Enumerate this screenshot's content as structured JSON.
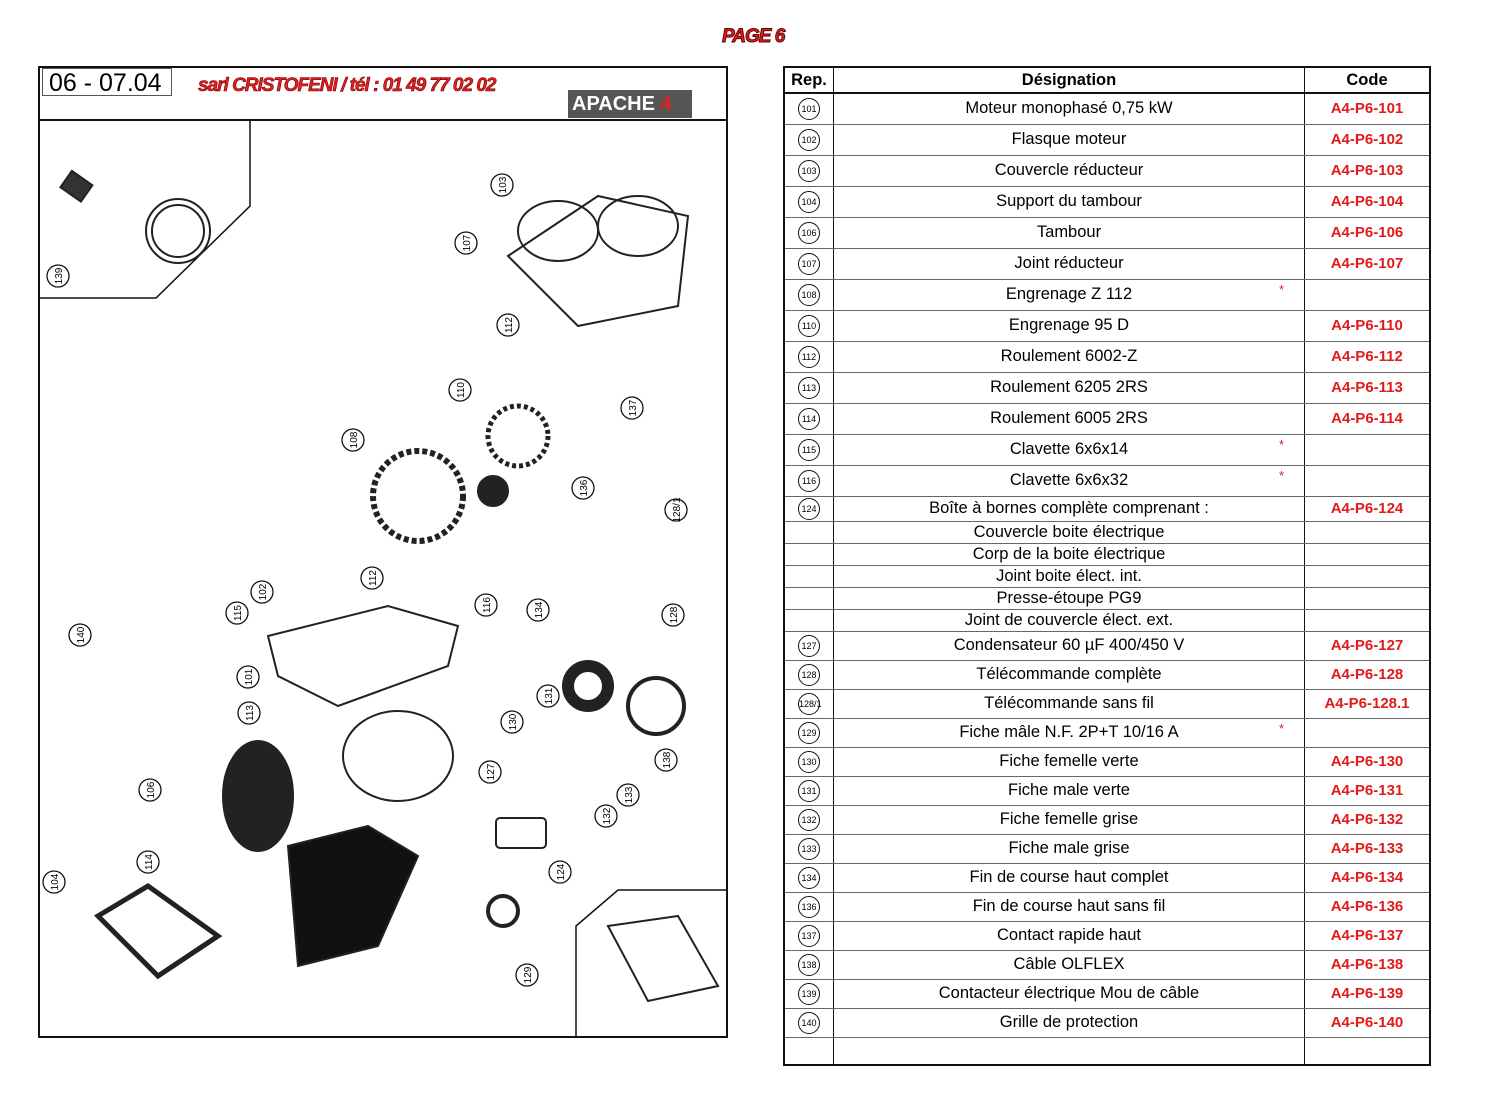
{
  "page_label": "PAGE 6",
  "ref": "06 - 07.04",
  "company": "sarl CRISTOFENI / tél : 01 49 77 02 02",
  "logo": {
    "text": "APACHE",
    "num": "4"
  },
  "callouts": [
    "139",
    "103",
    "107",
    "112",
    "110",
    "137",
    "108",
    "136",
    "128/1",
    "112",
    "102",
    "115",
    "116",
    "134",
    "128",
    "140",
    "101",
    "131",
    "113",
    "130",
    "127",
    "138",
    "106",
    "133",
    "132",
    "114",
    "124",
    "104",
    "129"
  ],
  "table": {
    "headers": {
      "rep": "Rep.",
      "designation": "Désignation",
      "code": "Code"
    },
    "rows": [
      {
        "rep": "101",
        "designation": "Moteur monophasé 0,75 kW",
        "code": "A4-P6-101",
        "star": ""
      },
      {
        "rep": "102",
        "designation": "Flasque moteur",
        "code": "A4-P6-102",
        "star": ""
      },
      {
        "rep": "103",
        "designation": "Couvercle réducteur",
        "code": "A4-P6-103",
        "star": ""
      },
      {
        "rep": "104",
        "designation": "Support du tambour",
        "code": "A4-P6-104",
        "star": ""
      },
      {
        "rep": "106",
        "designation": "Tambour",
        "code": "A4-P6-106",
        "star": ""
      },
      {
        "rep": "107",
        "designation": "Joint réducteur",
        "code": "A4-P6-107",
        "star": ""
      },
      {
        "rep": "108",
        "designation": "Engrenage Z 112",
        "code": "",
        "star": "*"
      },
      {
        "rep": "110",
        "designation": "Engrenage 95 D",
        "code": "A4-P6-110",
        "star": ""
      },
      {
        "rep": "112",
        "designation": "Roulement 6002-Z",
        "code": "A4-P6-112",
        "star": ""
      },
      {
        "rep": "113",
        "designation": "Roulement 6205 2RS",
        "code": "A4-P6-113",
        "star": ""
      },
      {
        "rep": "114",
        "designation": "Roulement 6005 2RS",
        "code": "A4-P6-114",
        "star": ""
      },
      {
        "rep": "115",
        "designation": "Clavette 6x6x14",
        "code": "",
        "star": "*"
      },
      {
        "rep": "116",
        "designation": "Clavette 6x6x32",
        "code": "",
        "star": "*"
      },
      {
        "rep": "124",
        "designation": "Boîte à bornes complète comprenant :",
        "code": "A4-P6-124",
        "star": ""
      },
      {
        "rep": "",
        "designation": "Couvercle boite électrique",
        "code": "",
        "star": ""
      },
      {
        "rep": "",
        "designation": "Corp de la boite électrique",
        "code": "",
        "star": ""
      },
      {
        "rep": "",
        "designation": "Joint boite élect. int.",
        "code": "",
        "star": ""
      },
      {
        "rep": "",
        "designation": "Presse-étoupe PG9",
        "code": "",
        "star": ""
      },
      {
        "rep": "",
        "designation": "Joint de couvercle élect. ext.",
        "code": "",
        "star": ""
      },
      {
        "rep": "127",
        "designation": "Condensateur 60 µF 400/450 V",
        "code": "A4-P6-127",
        "star": ""
      },
      {
        "rep": "128",
        "designation": "Télécommande complète",
        "code": "A4-P6-128",
        "star": ""
      },
      {
        "rep": "128/1",
        "designation": "Télécommande sans fil",
        "code": "A4-P6-128.1",
        "star": ""
      },
      {
        "rep": "129",
        "designation": "Fiche mâle N.F. 2P+T 10/16 A",
        "code": "",
        "star": "*"
      },
      {
        "rep": "130",
        "designation": "Fiche femelle verte",
        "code": "A4-P6-130",
        "star": ""
      },
      {
        "rep": "131",
        "designation": "Fiche male verte",
        "code": "A4-P6-131",
        "star": ""
      },
      {
        "rep": "132",
        "designation": "Fiche femelle grise",
        "code": "A4-P6-132",
        "star": ""
      },
      {
        "rep": "133",
        "designation": "Fiche male grise",
        "code": "A4-P6-133",
        "star": ""
      },
      {
        "rep": "134",
        "designation": "Fin de course haut complet",
        "code": "A4-P6-134",
        "star": ""
      },
      {
        "rep": "136",
        "designation": "Fin de course haut sans fil",
        "code": "A4-P6-136",
        "star": ""
      },
      {
        "rep": "137",
        "designation": "Contact rapide haut",
        "code": "A4-P6-137",
        "star": ""
      },
      {
        "rep": "138",
        "designation": "Câble OLFLEX",
        "code": "A4-P6-138",
        "star": ""
      },
      {
        "rep": "139",
        "designation": "Contacteur électrique Mou de câble",
        "code": "A4-P6-139",
        "star": ""
      },
      {
        "rep": "140",
        "designation": "Grille de protection",
        "code": "A4-P6-140",
        "star": ""
      }
    ]
  }
}
